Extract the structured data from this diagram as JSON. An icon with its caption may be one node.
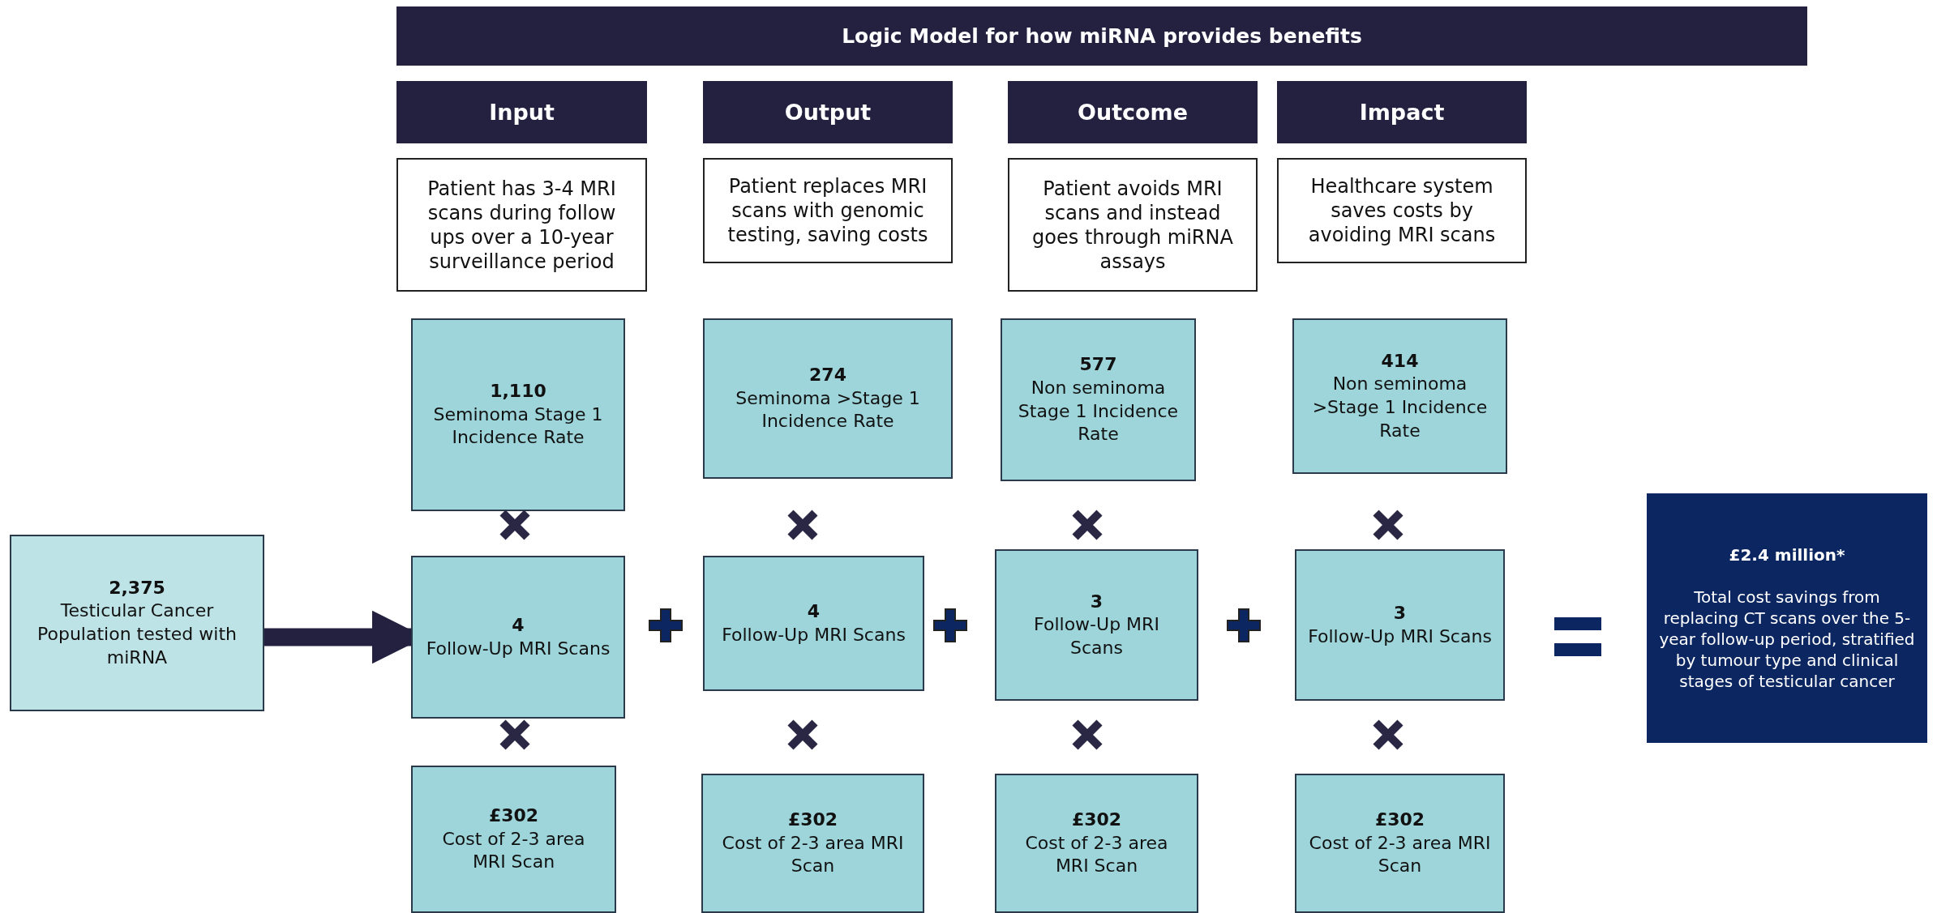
{
  "diagram": {
    "nodes": [
      {
        "text": [
          "Logic Model for how miRNA provides benefits"
        ]
      },
      {
        "text": [
          "Input"
        ]
      },
      {
        "text": [
          "Output"
        ]
      },
      {
        "text": [
          "Outcome"
        ]
      },
      {
        "text": [
          "Impact"
        ]
      },
      {
        "text": [
          "Patient has 3-4 MRI scans during follow ups over a 10-year surveillance period"
        ]
      },
      {
        "text": [
          "Patient replaces MRI scans with genomic testing, saving costs"
        ]
      },
      {
        "text": [
          "Patient avoids MRI scans and instead goes through miRNA assays"
        ]
      },
      {
        "text": [
          "Healthcare system saves costs by avoiding MRI scans"
        ]
      },
      {
        "text": [
          "1,110",
          "Seminoma Stage 1 Incidence Rate"
        ]
      },
      {
        "text": [
          "274",
          "Seminoma >Stage 1 Incidence Rate"
        ]
      },
      {
        "text": [
          "577",
          "Non seminoma Stage 1 Incidence Rate"
        ]
      },
      {
        "text": [
          "414",
          "Non seminoma >Stage 1 Incidence Rate"
        ]
      },
      {
        "text": [
          "2,375",
          "Testicular Cancer Population tested with miRNA"
        ]
      },
      {
        "text": [
          "4",
          "Follow-Up MRI Scans"
        ]
      },
      {
        "text": [
          "4",
          "Follow-Up MRI Scans"
        ]
      },
      {
        "text": [
          "3",
          "Follow-Up MRI Scans"
        ]
      },
      {
        "text": [
          "3",
          "Follow-Up MRI Scans"
        ]
      },
      {
        "text": [
          "£2.4 million*",
          "Total cost savings from replacing CT scans over the 5-year follow-up period, stratified by tumour type and clinical stages of testicular cancer"
        ]
      },
      {
        "text": [
          "£302",
          "Cost of 2-3 area MRI Scan"
        ]
      },
      {
        "text": [
          "£302",
          "Cost of 2-3 area MRI Scan"
        ]
      },
      {
        "text": [
          "£302",
          "Cost of 2-3 area MRI Scan"
        ]
      },
      {
        "text": [
          "£302",
          "Cost of 2-3 area MRI Scan"
        ]
      }
    ],
    "edges": [
      {
        "from": 13,
        "to": 14,
        "arrow": "to"
      }
    ]
  }
}
